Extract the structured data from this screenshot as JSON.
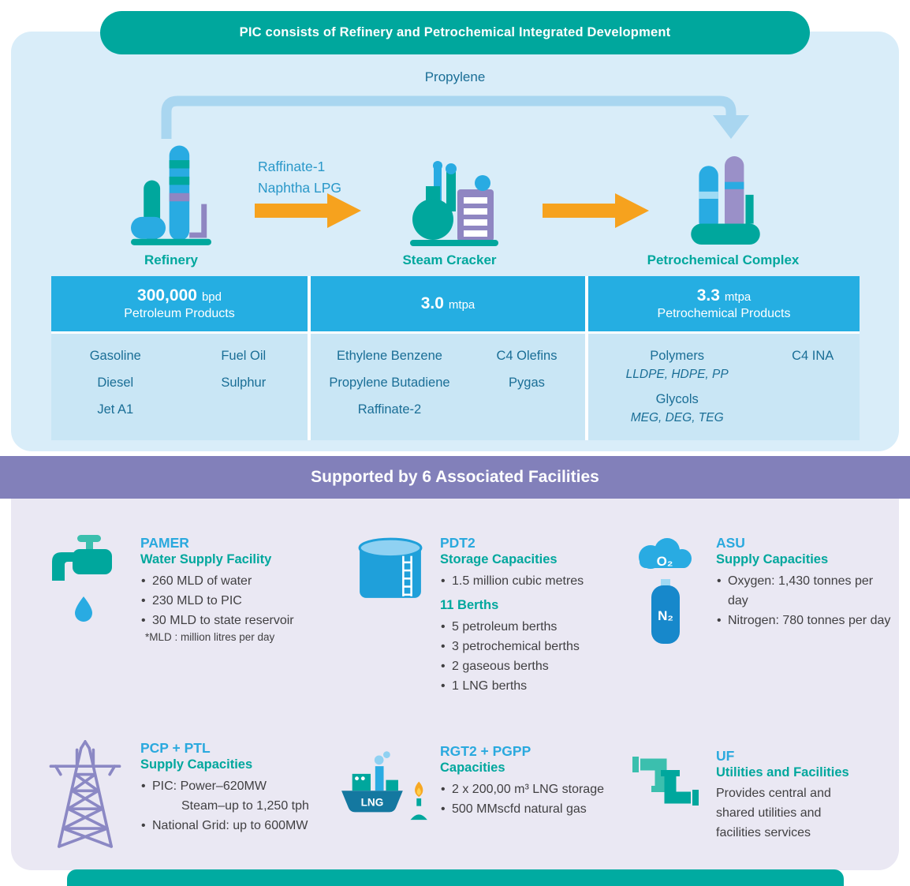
{
  "banner": {
    "title": "PIC consists of Refinery and Petrochemical Integrated Development"
  },
  "flow": {
    "propylene_label": "Propylene",
    "feed_label_line1": "Raffinate-1",
    "feed_label_line2": "Naphtha LPG",
    "nodes": [
      {
        "label": "Refinery"
      },
      {
        "label": "Steam Cracker"
      },
      {
        "label": "Petrochemical Complex"
      }
    ]
  },
  "capacities": [
    {
      "value": "300,000",
      "unit": "bpd",
      "subtitle": "Petroleum Products",
      "products_left": [
        "Gasoline",
        "Diesel",
        "Jet A1"
      ],
      "products_right": [
        "Fuel Oil",
        "Sulphur"
      ]
    },
    {
      "value": "3.0",
      "unit": "mtpa",
      "subtitle": "",
      "products_left": [
        "Ethylene Benzene",
        "Propylene Butadiene",
        "Raffinate-2"
      ],
      "products_right": [
        "C4 Olefins",
        "Pygas"
      ]
    },
    {
      "value": "3.3",
      "unit": "mtpa",
      "subtitle": "Petrochemical Products",
      "groups": [
        {
          "name": "Polymers",
          "detail": "LLDPE, HDPE, PP"
        },
        {
          "name": "Glycols",
          "detail": "MEG, DEG, TEG"
        }
      ],
      "products_right": [
        "C4 INA"
      ]
    }
  ],
  "facilities_banner": {
    "title": "Supported by 6 Associated Facilities"
  },
  "facilities": [
    {
      "name": "PAMER",
      "subtitle": "Water Supply Facility",
      "bullets": [
        "260 MLD of water",
        "230 MLD to PIC",
        "30 MLD to state reservoir"
      ],
      "note": "*MLD : million litres per day"
    },
    {
      "name": "PDT2",
      "subtitle": "Storage Capacities",
      "bullets": [
        "1.5 million cubic metres"
      ],
      "subheading": "11 Berths",
      "bullets2": [
        "5 petroleum berths",
        "3 petrochemical berths",
        "2 gaseous berths",
        "1 LNG berths"
      ]
    },
    {
      "name": "ASU",
      "subtitle": "Supply Capacities",
      "bullets": [
        "Oxygen: 1,430 tonnes per day",
        "Nitrogen: 780 tonnes per day"
      ],
      "icon_labels": [
        "O₂",
        "N₂"
      ]
    },
    {
      "name": "PCP + PTL",
      "subtitle": "Supply Capacities",
      "bullets": [
        "PIC: Power–620MW",
        "Steam–up to 1,250 tph",
        "National Grid: up to 600MW"
      ]
    },
    {
      "name": "RGT2 + PGPP",
      "subtitle": "Capacities",
      "bullets": [
        "2 x 200,00 m³ LNG storage",
        "500 MMscfd natural gas"
      ],
      "icon_label": "LNG"
    },
    {
      "name": "UF",
      "subtitle": "Utilities and Facilities",
      "text": "Provides central and shared utilities and facilities services"
    }
  ]
}
